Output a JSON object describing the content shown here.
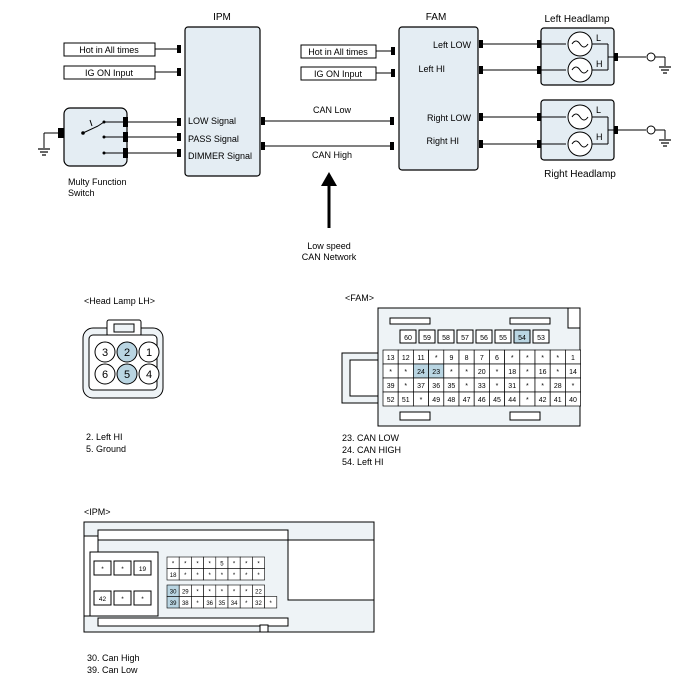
{
  "colors": {
    "module_fill": "#e4edf3",
    "highlight": "#b9d5e2",
    "connector_fill": "#eef3f6",
    "line": "#000000"
  },
  "wiring": {
    "ipm_title": "IPM",
    "fam_title": "FAM",
    "left_headlamp_title": "Left Headlamp",
    "right_headlamp_title": "Right Headlamp",
    "ipm_hot_input": "Hot in All times",
    "ipm_ig_input": "IG ON Input",
    "fam_hot_input": "Hot in All times",
    "fam_ig_input": "IG ON Input",
    "ipm_pins": [
      "LOW Signal",
      "PASS Signal",
      "DIMMER Signal"
    ],
    "fam_pins": [
      "Left LOW",
      "Left HI",
      "Right LOW",
      "Right HI"
    ],
    "can_low": "CAN Low",
    "can_high": "CAN High",
    "network_label_1": "Low speed",
    "network_label_2": "CAN Network",
    "switch_label_1": "Multy Function",
    "switch_label_2": "Switch",
    "lamp_L": "L",
    "lamp_H": "H",
    "ground_icon": "ground-icon"
  },
  "headlamp_lh": {
    "title": "<Head Lamp LH>",
    "pins": [
      "3",
      "2",
      "1",
      "6",
      "5",
      "4"
    ],
    "highlighted": [
      "2",
      "5"
    ],
    "notes": [
      "2. Left HI",
      "5. Ground"
    ]
  },
  "fam": {
    "title": "<FAM>",
    "top_row": [
      "60",
      "59",
      "58",
      "57",
      "56",
      "55",
      "54",
      "53"
    ],
    "rows": [
      [
        "13",
        "12",
        "11",
        "*",
        "9",
        "8",
        "7",
        "6",
        "*",
        "*",
        "*",
        "*",
        "1"
      ],
      [
        "*",
        "*",
        "24",
        "23",
        "*",
        "*",
        "20",
        "*",
        "18",
        "*",
        "16",
        "*",
        "14"
      ],
      [
        "39",
        "*",
        "37",
        "36",
        "35",
        "*",
        "33",
        "*",
        "31",
        "*",
        "*",
        "28",
        "*"
      ],
      [
        "52",
        "51",
        "*",
        "49",
        "48",
        "47",
        "46",
        "45",
        "44",
        "*",
        "42",
        "41",
        "40"
      ]
    ],
    "highlighted": [
      "54",
      "24",
      "23"
    ],
    "notes": [
      "23. CAN LOW",
      "24. CAN HIGH",
      "54. Left HI"
    ]
  },
  "ipm": {
    "title": "<IPM>",
    "left_block": [
      [
        "*",
        "*",
        "19"
      ],
      [
        "42",
        "*",
        "*"
      ]
    ],
    "grid": [
      [
        "*",
        "*",
        "*",
        "*",
        "5",
        "*",
        "*",
        "*"
      ],
      [
        "18",
        "*",
        "*",
        "*",
        "*",
        "*",
        "*",
        "*"
      ],
      [
        "30",
        "29",
        "*",
        "*",
        "*",
        "*",
        "*",
        "22"
      ],
      [
        "39",
        "38",
        "*",
        "36",
        "35",
        "34",
        "*",
        "32",
        "*"
      ]
    ],
    "highlighted": [
      "30",
      "39"
    ],
    "notes": [
      "30. Can High",
      "39. Can Low"
    ]
  }
}
